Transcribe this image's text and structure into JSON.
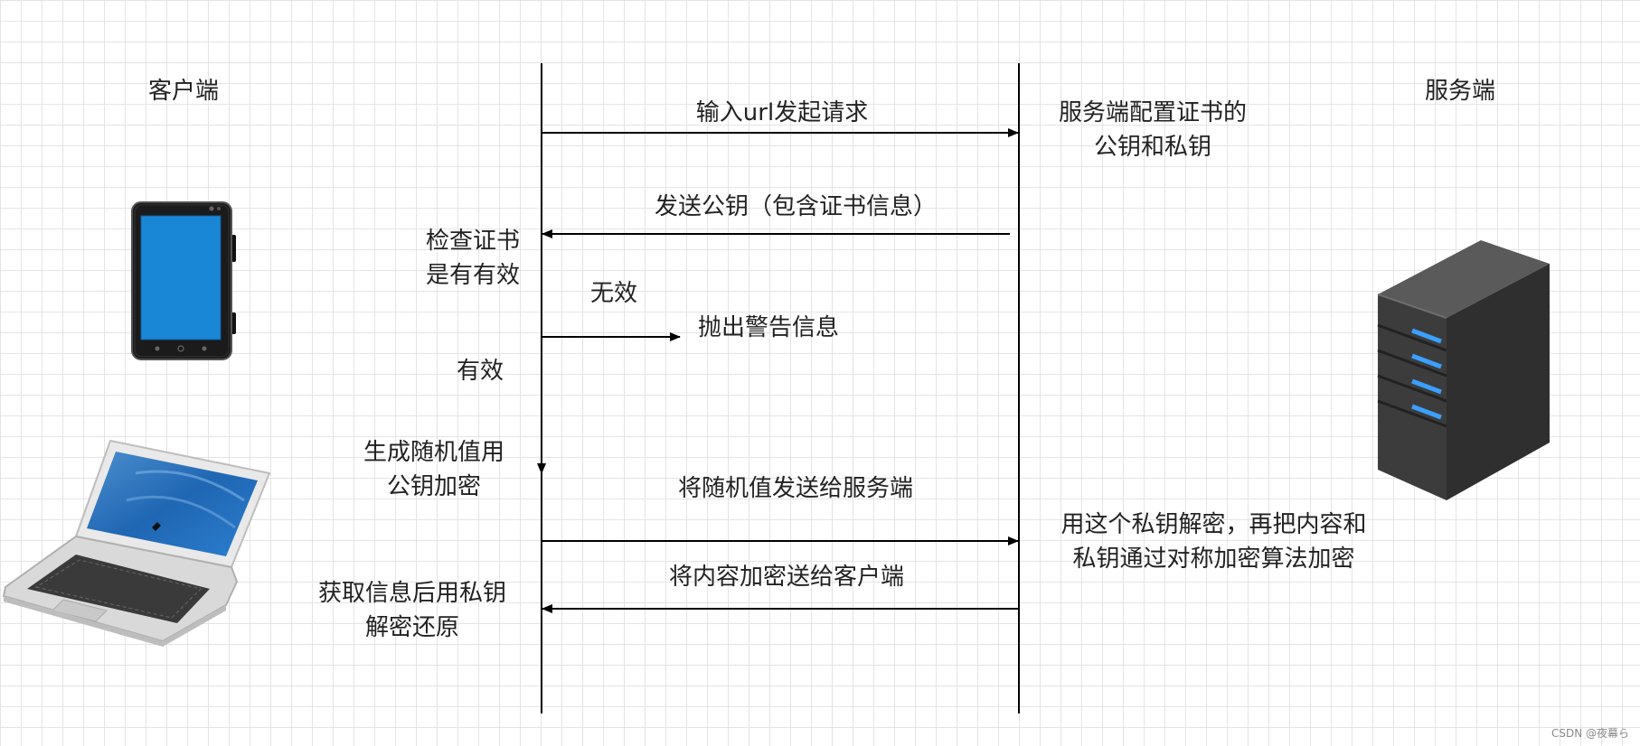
{
  "actors": {
    "client": "客户端",
    "server": "服务端"
  },
  "messages": {
    "request": "输入url发起请求",
    "send_public_key": "发送公钥（包含证书信息）",
    "throw_warning": "抛出警告信息",
    "send_random": "将随机值发送给服务端",
    "send_encrypted": "将内容加密送给客户端"
  },
  "notes": {
    "server_config": [
      "服务端配置证书的",
      "公钥和私钥"
    ],
    "check_cert": [
      "检查证书",
      "是有有效"
    ],
    "invalid": "无效",
    "valid": "有效",
    "gen_random": [
      "生成随机值用",
      "公钥加密"
    ],
    "server_decrypt": [
      "用这个私钥解密，再把内容和",
      "私钥通过对称加密算法加密"
    ],
    "client_decrypt": [
      "获取信息后用私钥",
      "解密还原"
    ]
  },
  "icons": [
    "tablet-icon",
    "laptop-icon",
    "server-icon"
  ],
  "colors": {
    "line": "#000000",
    "grid": "#e4e4e4",
    "screen_blue": "#1a87d6",
    "server_led": "#3aa0ff"
  },
  "watermark": "CSDN @夜幕ら"
}
